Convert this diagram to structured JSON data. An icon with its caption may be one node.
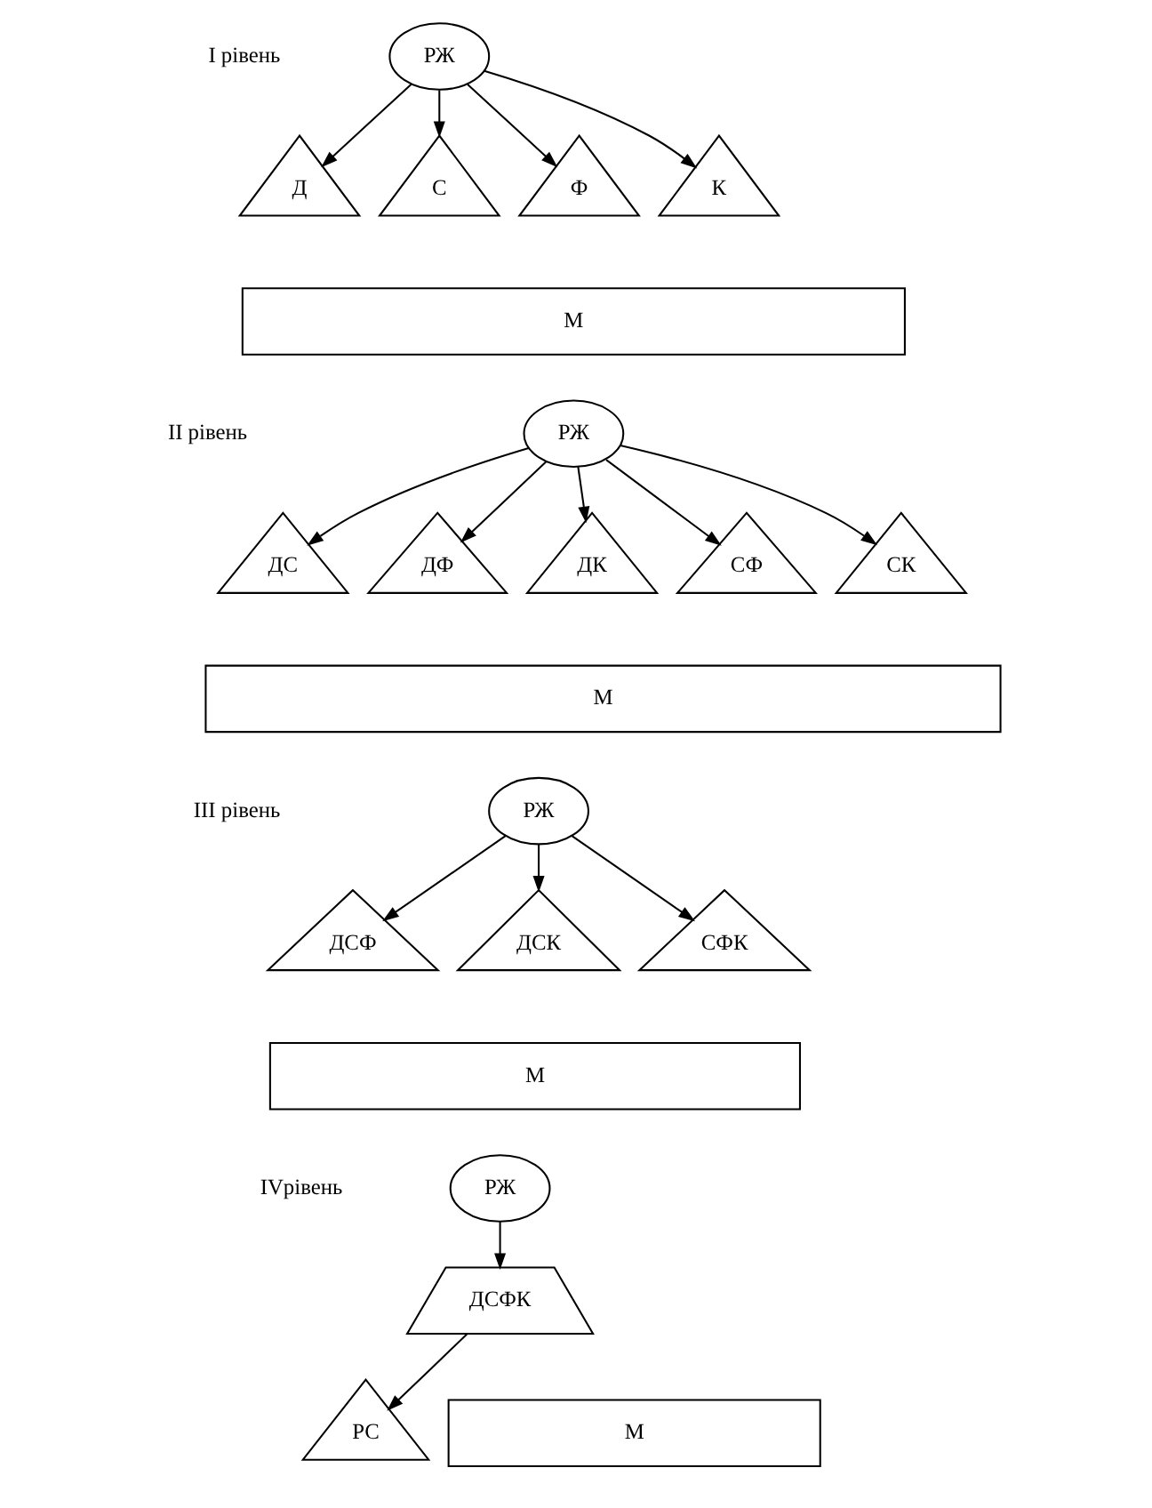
{
  "diagram": {
    "nodes": [
      {
        "text": [
          "РЖ"
        ]
      },
      {
        "text": [
          "Д"
        ]
      },
      {
        "text": [
          "С"
        ]
      },
      {
        "text": [
          "Ф"
        ]
      },
      {
        "text": [
          "К"
        ]
      },
      {
        "text": [
          "М"
        ]
      },
      {
        "text": [
          "РЖ"
        ]
      },
      {
        "text": [
          "ДС"
        ]
      },
      {
        "text": [
          "ДФ"
        ]
      },
      {
        "text": [
          "ДК"
        ]
      },
      {
        "text": [
          "СФ"
        ]
      },
      {
        "text": [
          "СК"
        ]
      },
      {
        "text": [
          "М"
        ]
      },
      {
        "text": [
          "РЖ"
        ]
      },
      {
        "text": [
          "ДСФ"
        ]
      },
      {
        "text": [
          "ДСК"
        ]
      },
      {
        "text": [
          "СФК"
        ]
      },
      {
        "text": [
          "М"
        ]
      },
      {
        "text": [
          "РЖ"
        ]
      },
      {
        "text": [
          "РС"
        ]
      },
      {
        "text": [
          "ДСФК"
        ]
      },
      {
        "text": [
          "М"
        ]
      }
    ],
    "edges": [
      {
        "from": 0,
        "to": 1,
        "arrow": "to"
      },
      {
        "from": 0,
        "to": 2,
        "arrow": "to"
      },
      {
        "from": 0,
        "to": 3,
        "arrow": "to"
      },
      {
        "from": 0,
        "to": 4,
        "arrow": "to"
      },
      {
        "from": 6,
        "to": 7,
        "arrow": "to"
      },
      {
        "from": 6,
        "to": 8,
        "arrow": "to"
      },
      {
        "from": 6,
        "to": 9,
        "arrow": "to"
      },
      {
        "from": 6,
        "to": 10,
        "arrow": "to"
      },
      {
        "from": 6,
        "to": 11,
        "arrow": "to"
      },
      {
        "from": 13,
        "to": 14,
        "arrow": "to"
      },
      {
        "from": 13,
        "to": 15,
        "arrow": "to"
      },
      {
        "from": 13,
        "to": 16,
        "arrow": "to"
      },
      {
        "from": 18,
        "to": 20,
        "arrow": "to"
      },
      {
        "from": 20,
        "to": 19,
        "arrow": "to"
      }
    ],
    "labels": [
      "I рівень",
      "II рівень",
      "III рівень",
      "IVрівень"
    ]
  }
}
